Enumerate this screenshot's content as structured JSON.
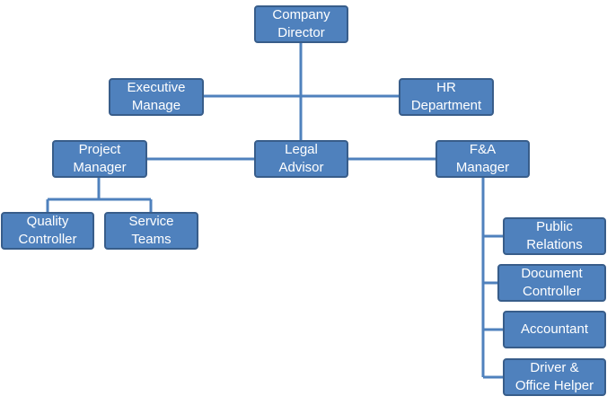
{
  "colors": {
    "box_fill": "#4f81bd",
    "box_border": "#385d8a",
    "connector": "#4f81bd",
    "text": "#ffffff"
  },
  "nodes": {
    "director": {
      "line1": "Company",
      "line2": "Director"
    },
    "executive": {
      "line1": "Executive",
      "line2": "Manage"
    },
    "hr": {
      "line1": "HR",
      "line2": "Department"
    },
    "project": {
      "line1": "Project",
      "line2": "Manager"
    },
    "legal": {
      "line1": "Legal",
      "line2": "Advisor"
    },
    "fa": {
      "line1": "F&A",
      "line2": "Manager"
    },
    "quality": {
      "line1": "Quality",
      "line2": "Controller"
    },
    "service": {
      "line1": "Service",
      "line2": "Teams"
    },
    "public": {
      "line1": "Public",
      "line2": "Relations"
    },
    "document": {
      "line1": "Document",
      "line2": "Controller"
    },
    "accountant": {
      "line1": "Accountant"
    },
    "driver": {
      "line1": "Driver &",
      "line2": "Office Helper"
    }
  }
}
